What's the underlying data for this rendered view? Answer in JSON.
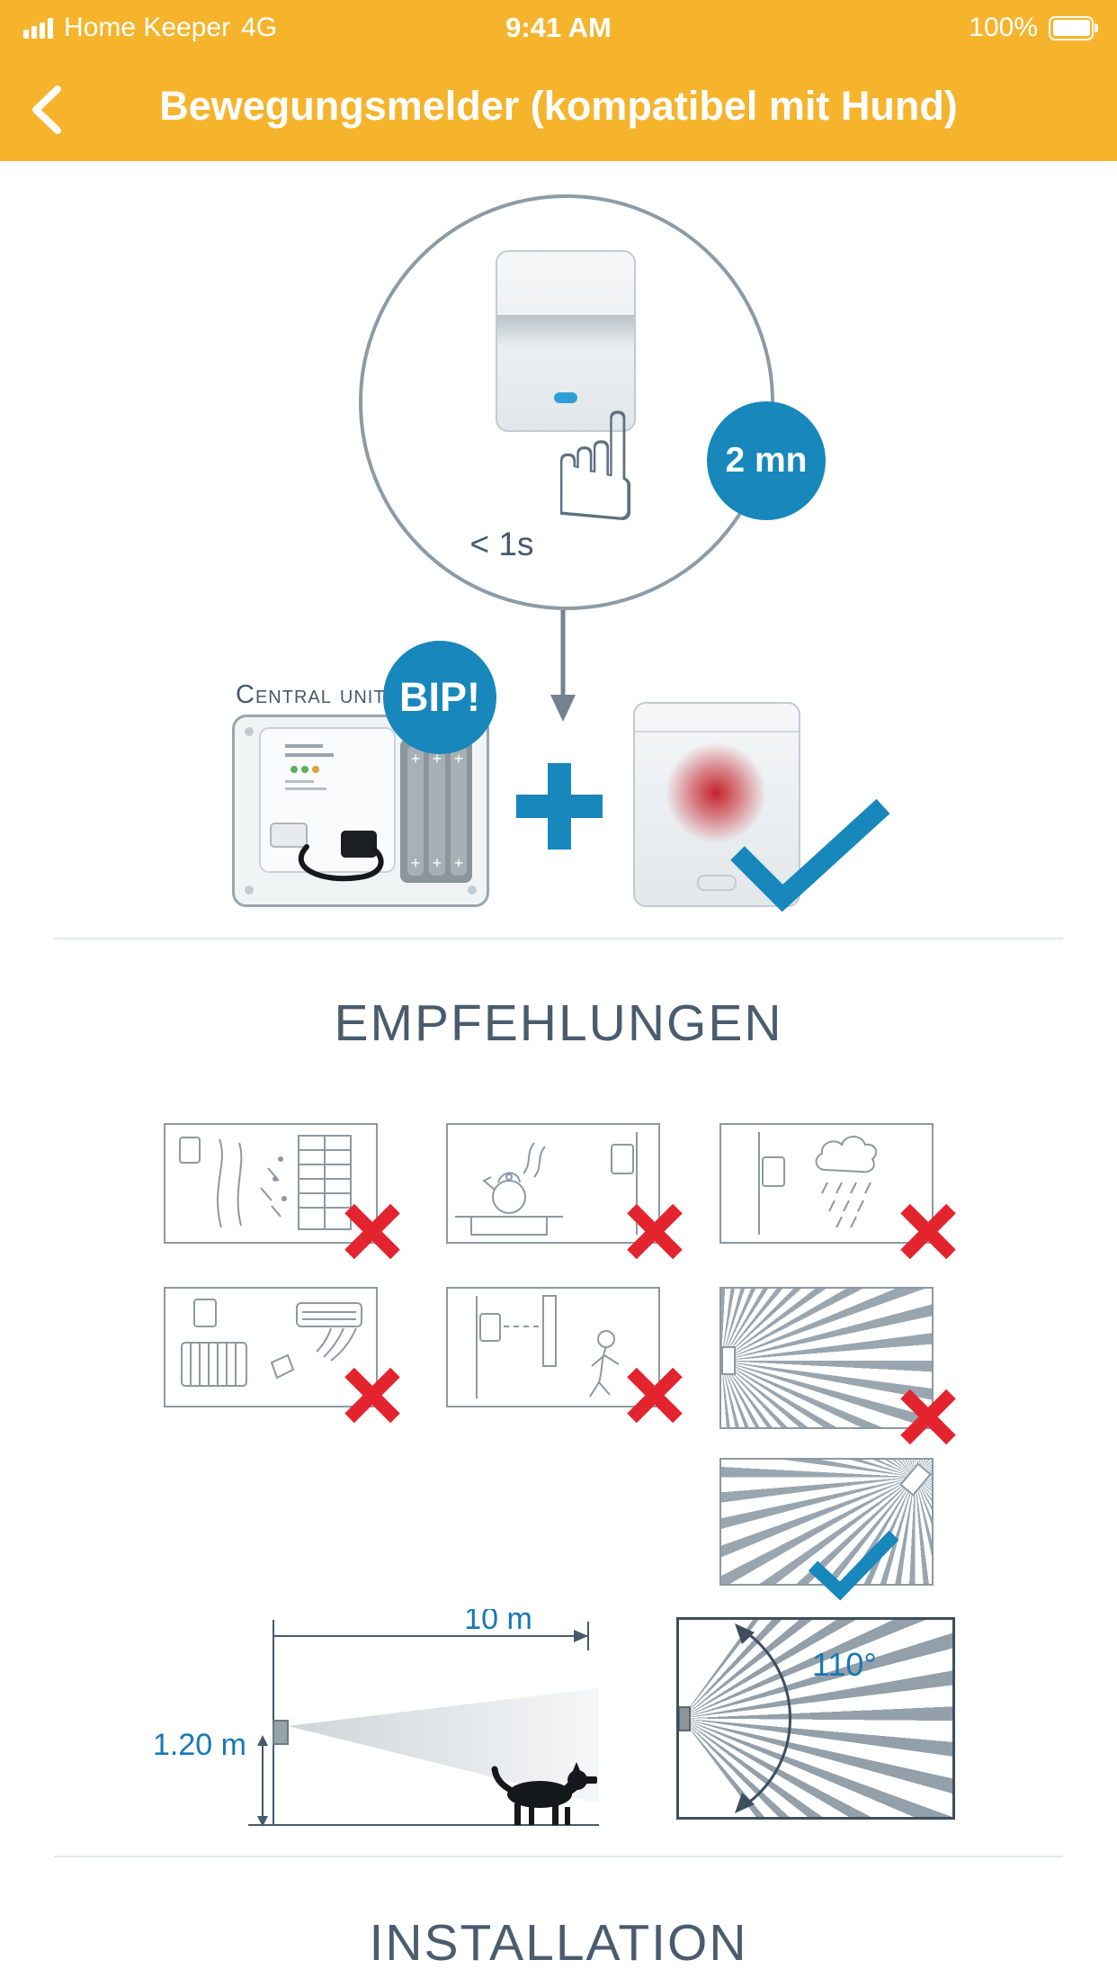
{
  "status": {
    "carrier": "Home Keeper",
    "network": "4G",
    "time": "9:41 AM",
    "battery": "100%"
  },
  "nav": {
    "title": "Bewegungsmelder (kompatibel mit Hund)"
  },
  "hero": {
    "press_label": "< 1s",
    "wait_badge": "2 mn",
    "beep_badge": "BIP!",
    "central_unit_label": "Central unit"
  },
  "headings": {
    "recommendations": "EMPFEHLUNGEN",
    "installation": "INSTALLATION"
  },
  "measure": {
    "height": "1.20 m",
    "distance": "10 m",
    "angle": "110°"
  },
  "glyphs": {
    "hand": "☝",
    "plus": "+"
  },
  "colors": {
    "header_amber": "#F6B42D",
    "accent_blue": "#1787BC",
    "measure_blue": "#1578B5",
    "cross_red": "#E3242F",
    "text_slate": "#47596B",
    "line_gray": "#8C99A3"
  }
}
